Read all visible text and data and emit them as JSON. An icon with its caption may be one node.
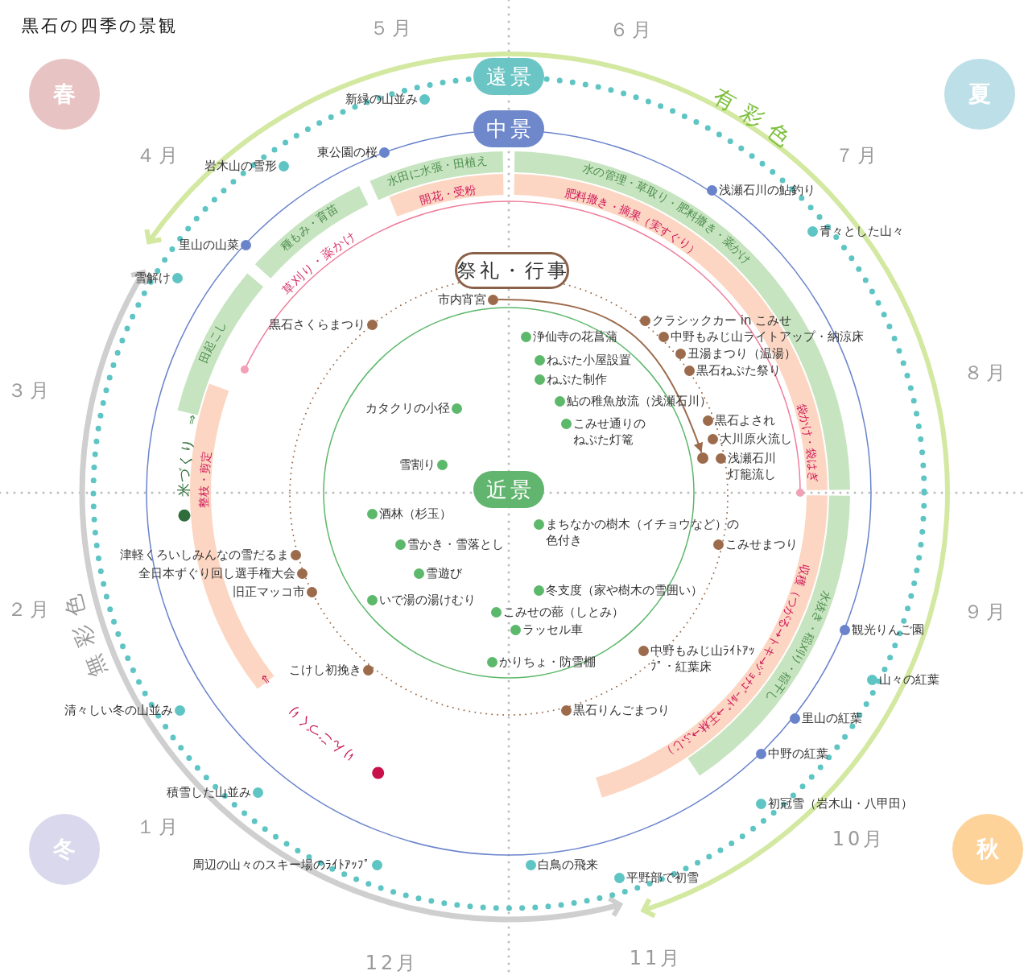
{
  "diagram": {
    "title": "黒石の四季の景観",
    "nodes": [
      {
        "text": [
          "遠景"
        ]
      },
      {
        "text": [
          "中景"
        ]
      },
      {
        "text": [
          "祭礼・行事"
        ]
      },
      {
        "text": [
          "近景"
        ]
      },
      {
        "text": [
          "春"
        ]
      },
      {
        "text": [
          "夏"
        ]
      },
      {
        "text": [
          "冬"
        ]
      },
      {
        "text": [
          "秋"
        ]
      },
      {
        "text": [
          "水田に水張・田植え"
        ]
      },
      {
        "text": [
          "開花・受粉"
        ]
      },
      {
        "text": [
          "種もみ・育苗"
        ]
      },
      {
        "text": [
          "水の管理・草取り・肥料撒き・薬かけ"
        ]
      },
      {
        "text": [
          "肥料撒き・摘果（実すぐり）",
          "袋かけ・袋はぎ"
        ]
      },
      {
        "text": [
          "田起こし"
        ]
      },
      {
        "text": [
          "整枝・剪定"
        ]
      },
      {
        "text": [
          "収穫（つがる→トキ→ｼﾞｮﾅｺﾞｰﾙﾄﾞ→王林→ふじ）"
        ]
      },
      {
        "text": [
          "水抜き・稲刈り・稲干し"
        ]
      },
      {
        "text": [
          "市内宵宮"
        ]
      },
      {
        "text": [],
        "shape": "circle"
      },
      {
        "text": [
          "黒石さくらまつり"
        ]
      },
      {
        "text": [
          "クラシックカー in こみせ"
        ]
      },
      {
        "text": [
          "中野もみじ山ライトアップ・納涼床"
        ]
      },
      {
        "text": [
          "丑湯まつり（温湯）"
        ]
      },
      {
        "text": [
          "黒石ねぷた祭り"
        ]
      },
      {
        "text": [
          "黒石よされ"
        ]
      },
      {
        "text": [
          "大川原火流し"
        ]
      },
      {
        "text": [
          "浅瀬石川灯籠流し"
        ]
      },
      {
        "text": [
          "こみせまつり"
        ]
      },
      {
        "text": [
          "津軽くろいしみんなの雪だるま"
        ]
      },
      {
        "text": [
          "全日本ずぐり回し選手権大会"
        ]
      },
      {
        "text": [
          "旧正マッコ市"
        ]
      },
      {
        "text": [
          "中野もみじ山ﾗｲﾄｱｯﾌﾟ・紅葉床"
        ]
      },
      {
        "text": [
          "こけし初挽き"
        ]
      },
      {
        "text": [
          "黒石りんごまつり"
        ]
      }
    ],
    "edges": [
      {
        "from": 17,
        "to": 18,
        "arrow": "to"
      }
    ],
    "labels": [
      "５月",
      "６月",
      "有彩色",
      "新緑の山並み",
      "東公園の桜",
      "４月",
      "７月",
      "岩木山の雪形",
      "浅瀬石川の鮎釣り",
      "青々とした山々",
      "里山の山菜",
      "雪解け",
      "草刈り・薬かけ",
      "浄仙寺の花菖蒲",
      "ねぷた小屋設置",
      "ねぷた制作",
      "３月",
      "８月",
      "鮎の稚魚放流（浅瀬石川）",
      "カタクリの小径",
      "こみせ通りのねぷた灯篭",
      "雪割り",
      "米づくり",
      "⇒",
      "酒林（杉玉）",
      "まちなかの樹木（イチョウなど）の色付き",
      "雪かき・雪落とし",
      "雪遊び",
      "冬支度（家や樹木の雪囲い）",
      "２月",
      "９月",
      "いで湯の湯けむり",
      "こみせの蔀（しとみ）",
      "観光りんご園",
      "無彩色",
      "ラッセル車",
      "かりちょ・防雪棚",
      "山々の紅葉",
      "清々しい冬の山並み",
      "里山の紅葉",
      "りんごづくり",
      "⇒",
      "中野の紅葉",
      "積雪した山並み",
      "初冠雪（岩木山・八甲田）",
      "１月",
      "10月",
      "周辺の山々のスキー場のﾗｲﾄｱｯﾌﾟ",
      "白鳥の飛来",
      "平野部で初雪",
      "12月",
      "11月"
    ]
  }
}
